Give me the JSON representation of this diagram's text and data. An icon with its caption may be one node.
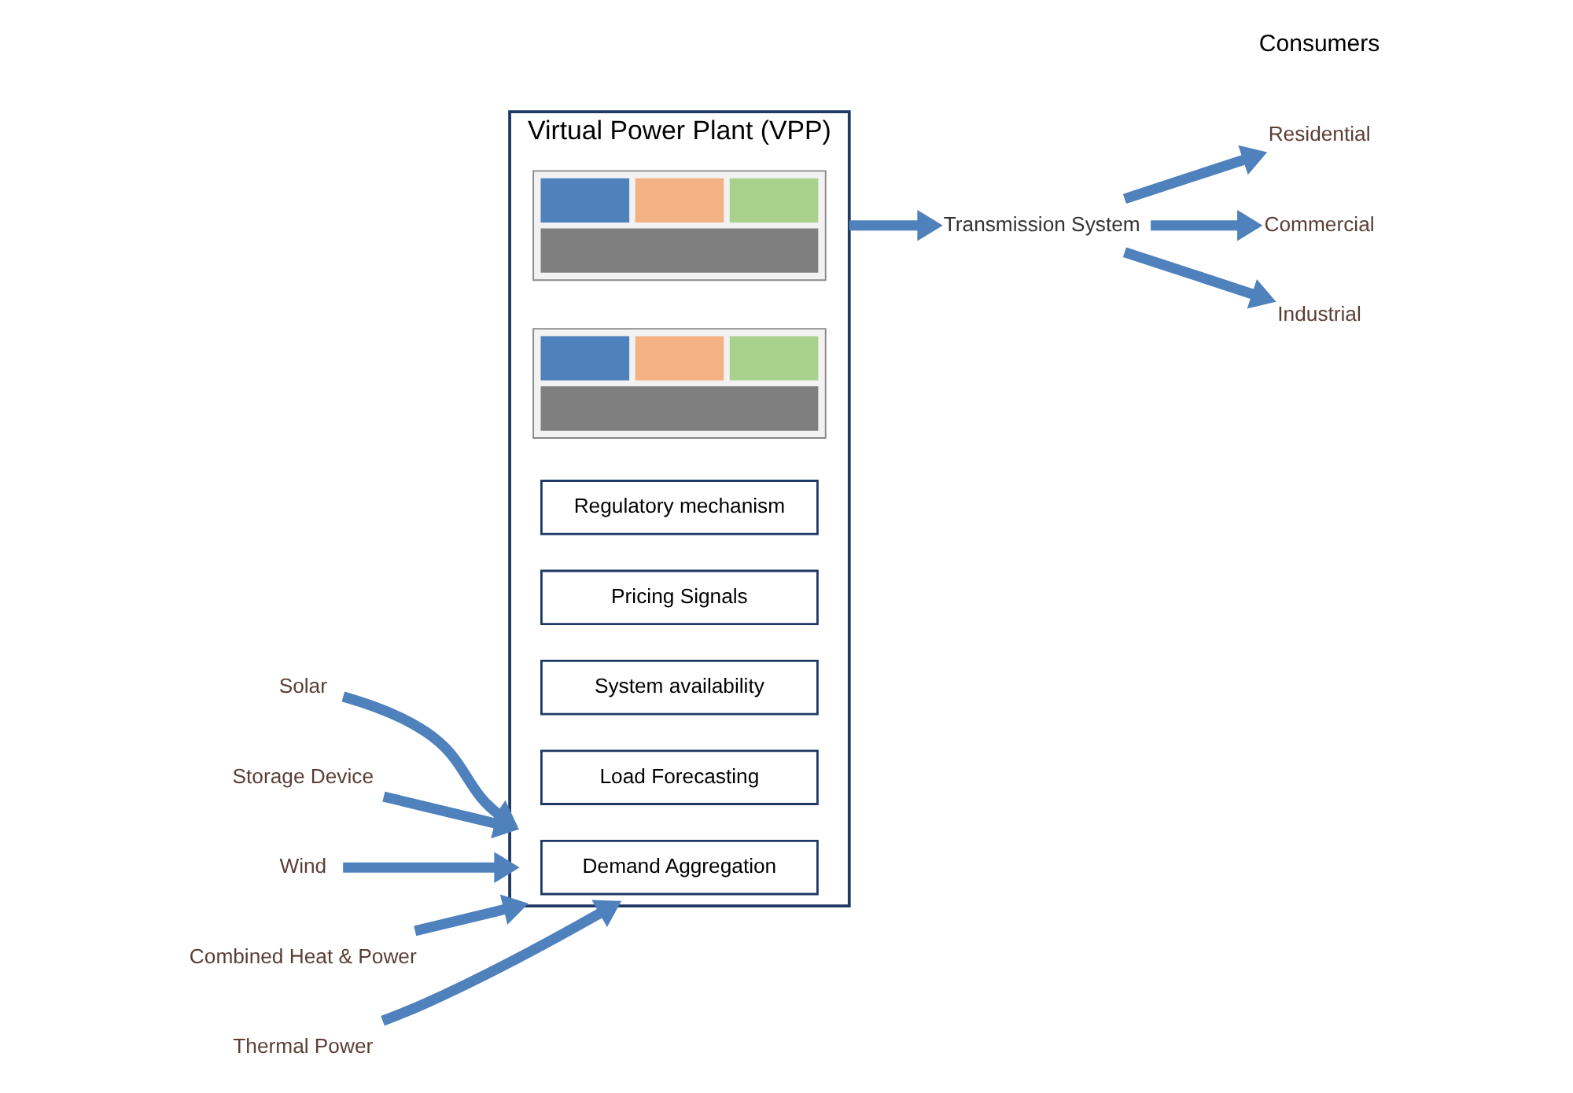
{
  "diagram": {
    "nodes": [
      {
        "text": [
          "Solar"
        ]
      },
      {
        "text": [
          "Storage Device"
        ]
      },
      {
        "text": [
          "Wind"
        ]
      },
      {
        "text": [
          "Combined Heat & Power"
        ]
      },
      {
        "text": [
          "Thermal Power"
        ]
      },
      {
        "text": [
          "Virtual Power Plant (VPP)"
        ]
      },
      {
        "text": [
          "Demand Aggregation"
        ],
        "in": 5
      },
      {
        "text": [
          "Load Forecasting"
        ],
        "in": 5
      },
      {
        "text": [
          "System availability"
        ],
        "in": 5
      },
      {
        "text": [
          "Pricing Signals"
        ],
        "in": 5
      },
      {
        "text": [
          "Regulatory mechanism"
        ],
        "in": 5
      },
      {
        "text": [],
        "shape": "picture",
        "in": 5
      },
      {
        "text": [],
        "shape": "picture",
        "in": 5
      },
      {
        "text": [
          "Residential"
        ]
      },
      {
        "text": [
          "Commercial"
        ]
      },
      {
        "text": [
          "Transmission System"
        ]
      },
      {
        "text": [
          "Industrial"
        ]
      }
    ],
    "edges": [
      {
        "from": 1,
        "to": 5,
        "arrow": "to"
      },
      {
        "from": 0,
        "to": 5,
        "arrow": "to"
      },
      {
        "from": 2,
        "to": 5,
        "arrow": "to"
      },
      {
        "from": 3,
        "to": 5,
        "arrow": "to"
      },
      {
        "from": 4,
        "to": 5,
        "arrow": "to"
      },
      {
        "from": 5,
        "to": 15,
        "arrow": "to"
      },
      {
        "from": 15,
        "to": 13,
        "arrow": "to"
      },
      {
        "from": 15,
        "to": 14,
        "arrow": "to"
      },
      {
        "from": 15,
        "to": 16,
        "arrow": "to"
      }
    ],
    "labels": [
      "Consumers"
    ]
  }
}
